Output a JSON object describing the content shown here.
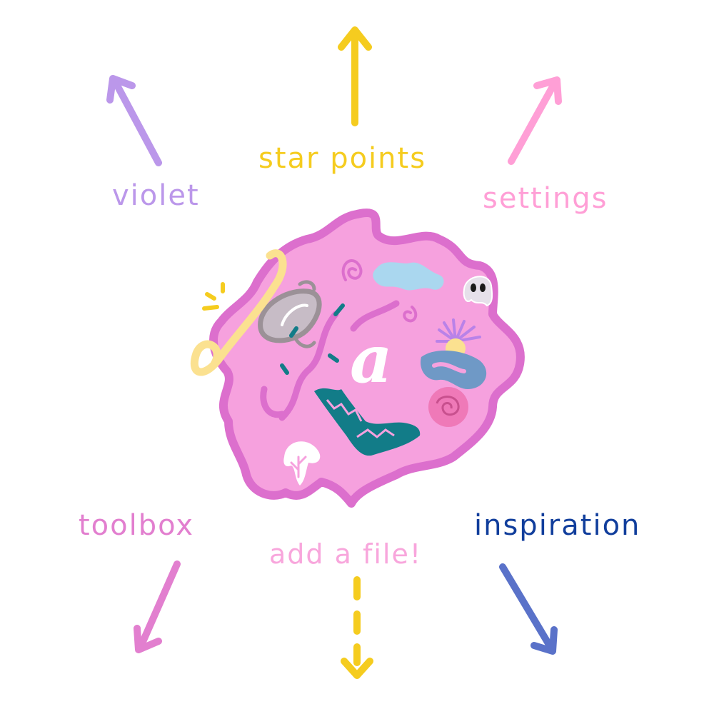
{
  "menu": {
    "star_points": "star points",
    "violet": "violet",
    "settings": "settings",
    "toolbox": "toolbox",
    "inspiration": "inspiration",
    "add_file": "add a file!"
  },
  "center_glyph": "a",
  "colors": {
    "star_points": "#f5cc1f",
    "violet": "#bb97ea",
    "settings": "#ff9fd6",
    "toolbox": "#e27fcf",
    "inspiration": "#5a72c9",
    "inspiration_text": "#113e9c",
    "add_file_text": "#f8a6dc",
    "add_file_arrow": "#f5cc1f",
    "blob_fill": "#f6a1de",
    "blob_outline": "#dc6fcd"
  },
  "icons": {
    "center": "doodle-blob-icon"
  }
}
